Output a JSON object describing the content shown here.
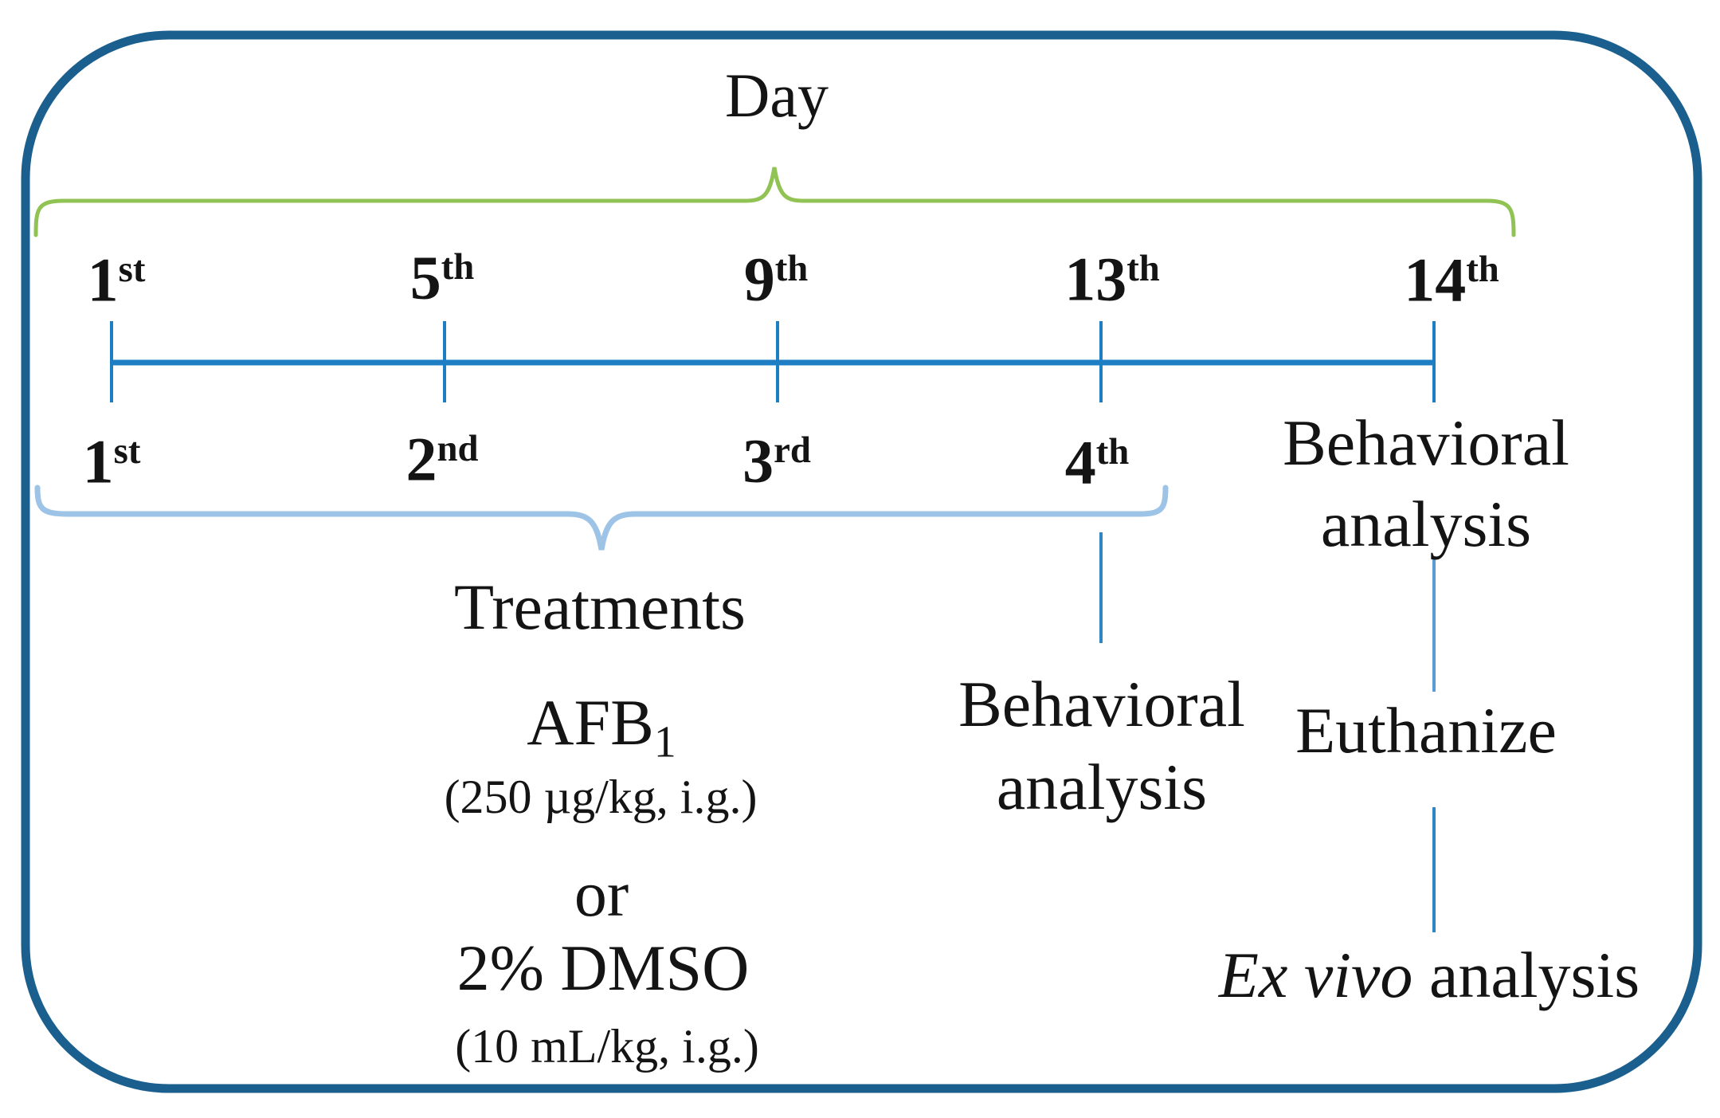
{
  "figure": {
    "type": "experimental-timeline-diagram",
    "day_header": "Day",
    "colors": {
      "frame_border": "#1A5F8E",
      "timeline_blue": "#1E7EC3",
      "green_brace": "#90C353",
      "light_blue_brace": "#9DC3E6",
      "connector_blue": "#2E86C4",
      "connector_light_blue": "#5B9BD5",
      "text": "#141414"
    },
    "timeline": {
      "day_ticks": [
        {
          "num": "1",
          "suffix": "st"
        },
        {
          "num": "5",
          "suffix": "th"
        },
        {
          "num": "9",
          "suffix": "th"
        },
        {
          "num": "13",
          "suffix": "th"
        },
        {
          "num": "14",
          "suffix": "th"
        }
      ],
      "treatment_ticks": [
        {
          "num": "1",
          "suffix": "st"
        },
        {
          "num": "2",
          "suffix": "nd"
        },
        {
          "num": "3",
          "suffix": "rd"
        },
        {
          "num": "4",
          "suffix": "th"
        }
      ]
    },
    "treatments": {
      "title": "Treatments",
      "drug_name": "AFB",
      "drug_subscript": "1",
      "drug_dose": "(250 µg/kg, i.g.)",
      "or_label": "or",
      "vehicle_name": "2% DMSO",
      "vehicle_dose": "(10 mL/kg, i.g.)"
    },
    "annotations": {
      "behavioral_day4_line1": "Behavioral",
      "behavioral_day4_line2": "analysis",
      "behavioral_day14_line1": "Behavioral",
      "behavioral_day14_line2": "analysis",
      "euthanize": "Euthanize",
      "ex_vivo_italic": "Ex vivo",
      "ex_vivo_rest": " analysis"
    }
  }
}
